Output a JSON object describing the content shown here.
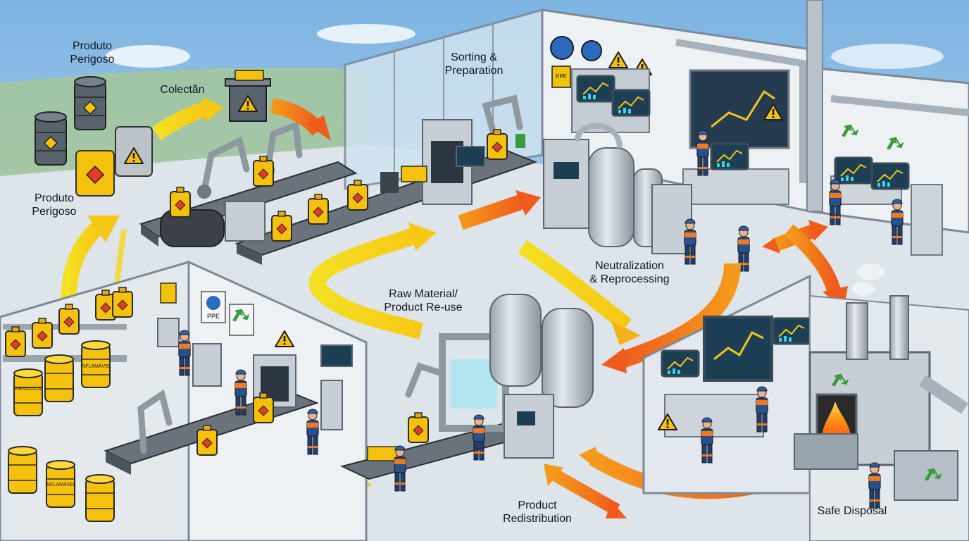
{
  "labels": {
    "produto_top_line1": "Produto",
    "produto_top_line2": "Perigoso",
    "colectan": "Colectãn",
    "produto_left_line1": "Produto",
    "produto_left_line2": "Perigoso",
    "sorting_line1": "Sorting &",
    "sorting_line2": "Preparation",
    "neutral_line1": "Neutralization",
    "neutral_line2": "& Reprocessing",
    "rawmat_line1": "Raw Material/",
    "rawmat_line2": "Product Re-use",
    "redistrib_line1": "Product",
    "redistrib_line2": "Redistribution",
    "safe_disposal": "Safe Disposal"
  },
  "signage": {
    "ppe": "PPE",
    "residuos": "RESIDUOS",
    "inflamavel": "INFLAMÁVEL"
  },
  "colors": {
    "flow_yellow": "#f7d21c",
    "flow_orange": "#f26a1b",
    "hazard_yellow": "#f4c20d",
    "barrel_gray": "#59636d",
    "screen_teal": "#1d3f54",
    "worker_blue": "#27508f",
    "recycle_green": "#3a9a3c"
  },
  "icons": [
    "hazard-triangle-icon",
    "recycle-icon",
    "ppe-helmet-icon",
    "fire-icon",
    "chart-screen-icon",
    "robot-arm-icon"
  ]
}
